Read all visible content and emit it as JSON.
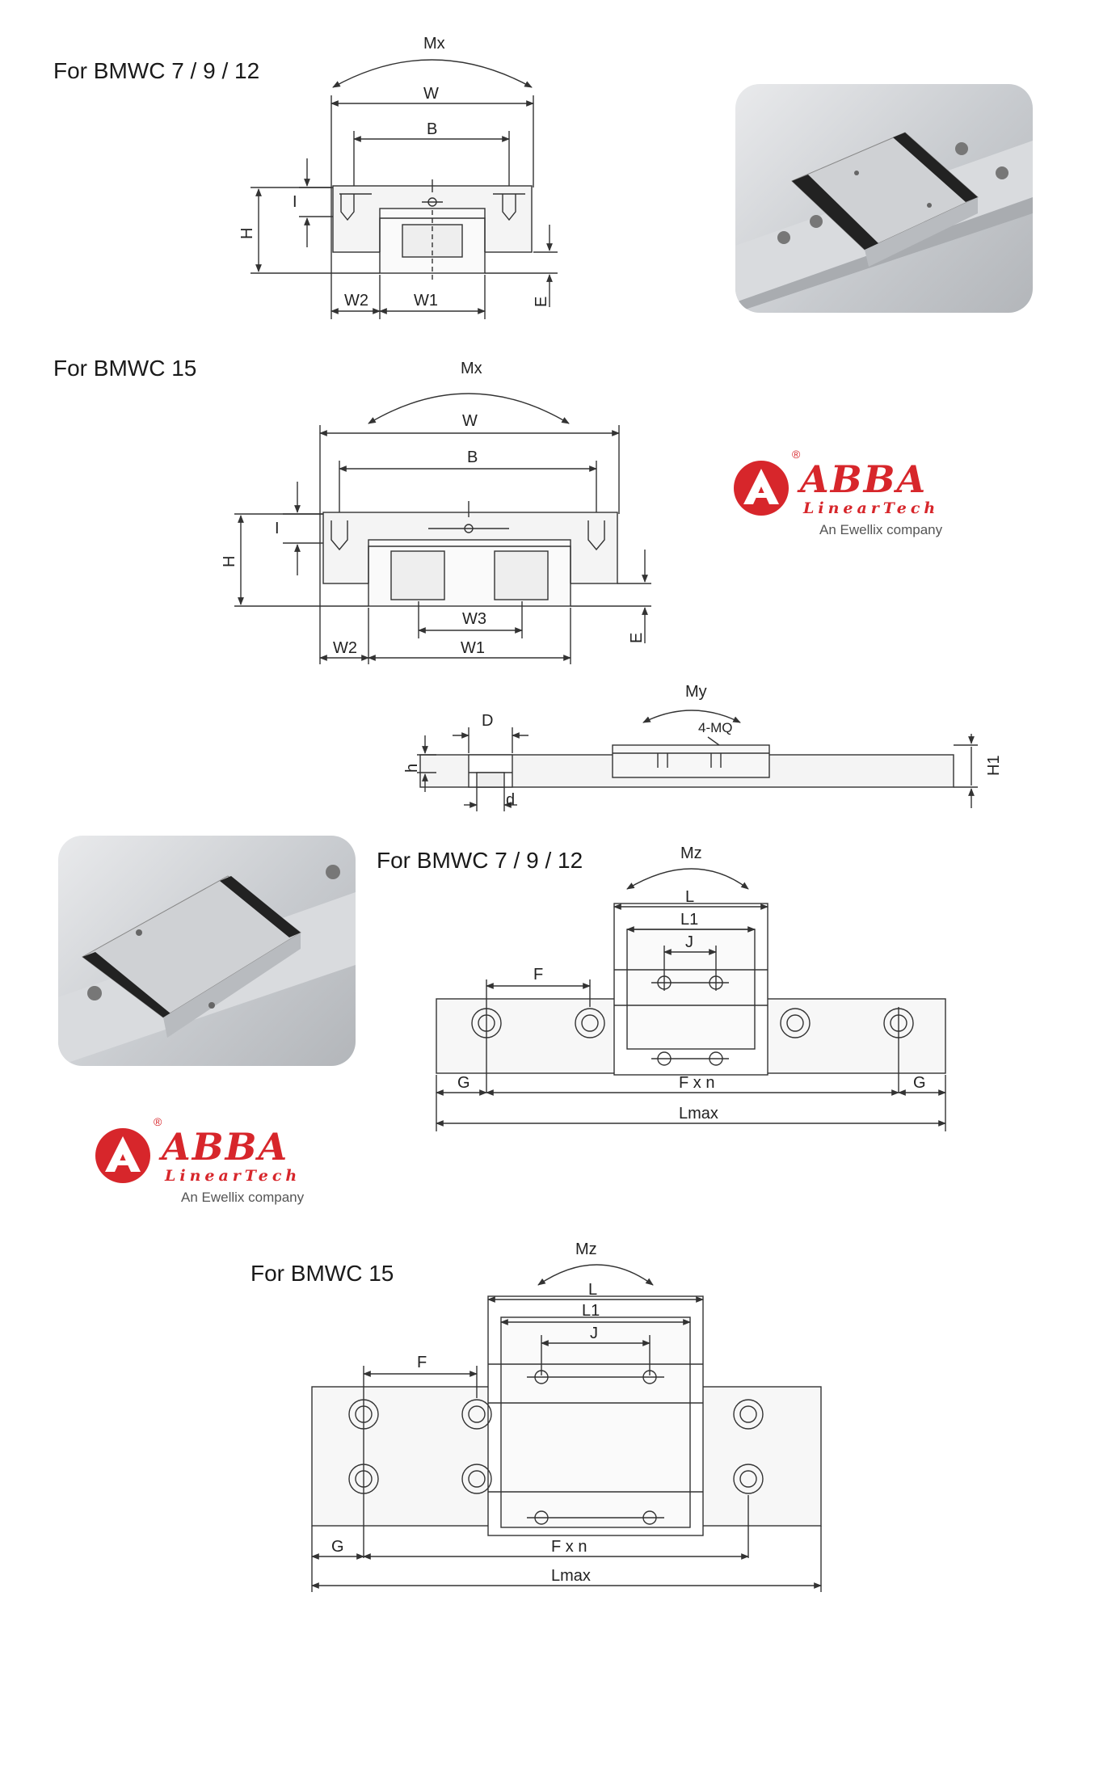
{
  "headings": {
    "top_left": "For BMWC 7 / 9 / 12",
    "second_left": "For BMWC 15",
    "middle": "For BMWC 7 / 9 / 12",
    "bottom": "For BMWC 15"
  },
  "logo": {
    "brand": "ABBA",
    "subtitle": "LinearTech",
    "tagline": "An Ewellix company",
    "registered": "®",
    "color": "#d7262b"
  },
  "dims_section1": {
    "mx": "Mx",
    "w": "W",
    "b": "B",
    "h": "H",
    "i": "I",
    "e": "E",
    "w1": "W1",
    "w2": "W2"
  },
  "dims_section2": {
    "mx": "Mx",
    "w": "W",
    "b": "B",
    "h": "H",
    "i": "I",
    "e": "E",
    "w1": "W1",
    "w2": "W2",
    "w3": "W3"
  },
  "dims_side": {
    "my": "My",
    "d_upper": "D",
    "d_lower": "d",
    "h": "h",
    "h1": "H1",
    "mq": "4-MQ"
  },
  "dims_top1": {
    "mz": "Mz",
    "l": "L",
    "l1": "L1",
    "j": "J",
    "f": "F",
    "g_left": "G",
    "g_right": "G",
    "fxn": "F x n",
    "lmax": "Lmax"
  },
  "dims_top2": {
    "mz": "Mz",
    "l": "L",
    "l1": "L1",
    "j": "J",
    "f": "F",
    "g": "G",
    "fxn": "F x n",
    "lmax": "Lmax"
  },
  "icons": [
    "carriage-photo",
    "abba-logo-mark"
  ]
}
